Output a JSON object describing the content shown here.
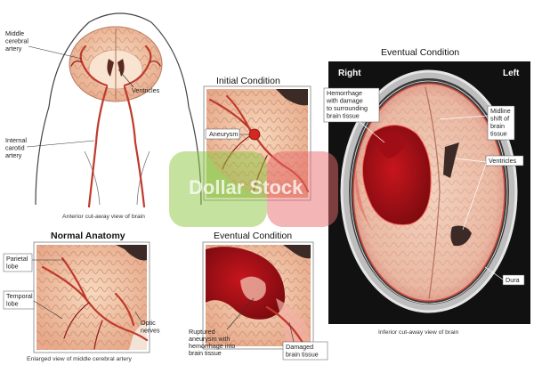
{
  "titles": {
    "initial": "Initial Condition",
    "normal": "Normal Anatomy",
    "eventual_mid": "Eventual Condition",
    "eventual_ct": "Eventual Condition"
  },
  "labels": {
    "middle_cerebral_artery": [
      "Middle",
      "cerebral",
      "artery"
    ],
    "ventricles_top": "Ventricles",
    "internal_carotid": [
      "Internal",
      "carotid",
      "artery"
    ],
    "aneurysm": "Aneurysm",
    "parietal_lobe": [
      "Parietal",
      "lobe"
    ],
    "temporal_lobe": [
      "Temporal",
      "lobe"
    ],
    "optic_nerves": [
      "Optic",
      "nerves"
    ],
    "ruptured": [
      "Ruptured",
      "aneurysm with",
      "hemorrhage into",
      "brain tissue"
    ],
    "damaged": [
      "Damaged",
      "brain tissue"
    ],
    "hemorrhage": [
      "Hemorrhage",
      "with damage",
      "to surrounding",
      "brain tissue"
    ],
    "midline_shift": [
      "Midline",
      "shift of",
      "brain",
      "tissue"
    ],
    "ventricles_ct": "Ventricles",
    "dura": "Dura",
    "right": "Right",
    "left": "Left"
  },
  "captions": {
    "anterior": "Anterior cut-away view of brain",
    "enlarged": "Enlarged view of middle cerebral artery",
    "inferior": "Inferior cut-away view of brain"
  },
  "watermark": "Dollar Stock",
  "colors": {
    "artery": "#c0392b",
    "brain_tissue": "#f4c9a8",
    "hemorrhage": "#a80f16",
    "ct_background": "#111111",
    "watermark_green": "#8cc63f",
    "watermark_red": "#e86b6b"
  }
}
